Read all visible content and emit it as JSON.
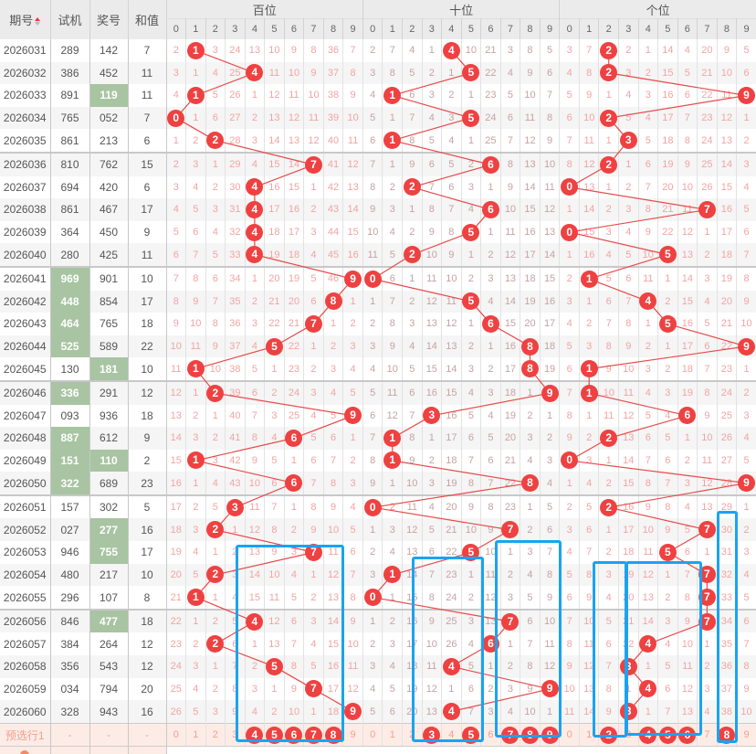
{
  "header": {
    "period": "期号",
    "trial": "试机",
    "draw": "奖号",
    "sum": "和值",
    "groups": [
      "百位",
      "十位",
      "个位"
    ],
    "digits": [
      "0",
      "1",
      "2",
      "3",
      "4",
      "5",
      "6",
      "7",
      "8",
      "9"
    ]
  },
  "omission_start": [
    [
      2,
      0,
      3,
      24,
      13,
      10,
      9,
      8,
      36,
      7
    ],
    [
      2,
      7,
      4,
      1,
      0,
      10,
      21,
      3,
      8,
      5
    ],
    [
      3,
      7,
      0,
      2,
      1,
      14,
      4,
      20,
      9,
      5
    ]
  ],
  "rows": [
    {
      "issue": "2026031",
      "trial": "289",
      "draw": "142",
      "sum": "7"
    },
    {
      "issue": "2026032",
      "trial": "386",
      "draw": "452",
      "sum": "11"
    },
    {
      "issue": "2026033",
      "trial": "891",
      "draw": "119",
      "sum": "11",
      "draw_hl": true
    },
    {
      "issue": "2026034",
      "trial": "765",
      "draw": "052",
      "sum": "7"
    },
    {
      "issue": "2026035",
      "trial": "861",
      "draw": "213",
      "sum": "6"
    },
    {
      "issue": "2026036",
      "trial": "810",
      "draw": "762",
      "sum": "15"
    },
    {
      "issue": "2026037",
      "trial": "694",
      "draw": "420",
      "sum": "6"
    },
    {
      "issue": "2026038",
      "trial": "861",
      "draw": "467",
      "sum": "17"
    },
    {
      "issue": "2026039",
      "trial": "364",
      "draw": "450",
      "sum": "9"
    },
    {
      "issue": "2026040",
      "trial": "280",
      "draw": "425",
      "sum": "11"
    },
    {
      "issue": "2026041",
      "trial": "969",
      "draw": "901",
      "sum": "10",
      "trial_hl": true
    },
    {
      "issue": "2026042",
      "trial": "448",
      "draw": "854",
      "sum": "17",
      "trial_hl": true
    },
    {
      "issue": "2026043",
      "trial": "464",
      "draw": "765",
      "sum": "18",
      "trial_hl": true
    },
    {
      "issue": "2026044",
      "trial": "525",
      "draw": "589",
      "sum": "22",
      "trial_hl": true
    },
    {
      "issue": "2026045",
      "trial": "130",
      "draw": "181",
      "sum": "10",
      "draw_hl": true
    },
    {
      "issue": "2026046",
      "trial": "336",
      "draw": "291",
      "sum": "12",
      "trial_hl": true
    },
    {
      "issue": "2026047",
      "trial": "093",
      "draw": "936",
      "sum": "18"
    },
    {
      "issue": "2026048",
      "trial": "887",
      "draw": "612",
      "sum": "9",
      "trial_hl": true
    },
    {
      "issue": "2026049",
      "trial": "151",
      "draw": "110",
      "sum": "2",
      "trial_hl": true,
      "draw_hl": true
    },
    {
      "issue": "2026050",
      "trial": "322",
      "draw": "689",
      "sum": "23",
      "trial_hl": true
    },
    {
      "issue": "2026051",
      "trial": "157",
      "draw": "302",
      "sum": "5"
    },
    {
      "issue": "2026052",
      "trial": "027",
      "draw": "277",
      "sum": "16",
      "draw_hl": true
    },
    {
      "issue": "2026053",
      "trial": "946",
      "draw": "755",
      "sum": "17",
      "draw_hl": true
    },
    {
      "issue": "2026054",
      "trial": "480",
      "draw": "217",
      "sum": "10"
    },
    {
      "issue": "2026055",
      "trial": "296",
      "draw": "107",
      "sum": "8"
    },
    {
      "issue": "2026056",
      "trial": "846",
      "draw": "477",
      "sum": "18",
      "draw_hl": true
    },
    {
      "issue": "2026057",
      "trial": "384",
      "draw": "264",
      "sum": "12"
    },
    {
      "issue": "2026058",
      "trial": "356",
      "draw": "543",
      "sum": "12"
    },
    {
      "issue": "2026059",
      "trial": "034",
      "draw": "794",
      "sum": "20"
    },
    {
      "issue": "2026060",
      "trial": "328",
      "draw": "943",
      "sum": "16"
    }
  ],
  "preselect": {
    "label": "预选行1",
    "trial": "-",
    "draw": "-",
    "sum": "-",
    "selected": [
      [
        4,
        5,
        6,
        7,
        8
      ],
      [
        3,
        5,
        7,
        8,
        9
      ],
      [
        2,
        4,
        5,
        6,
        8
      ]
    ]
  },
  "colors": {
    "ball": "#ef4141",
    "line": "#e84a4a",
    "highlight": "#a8c4a2",
    "box": "#1aa3f0"
  }
}
